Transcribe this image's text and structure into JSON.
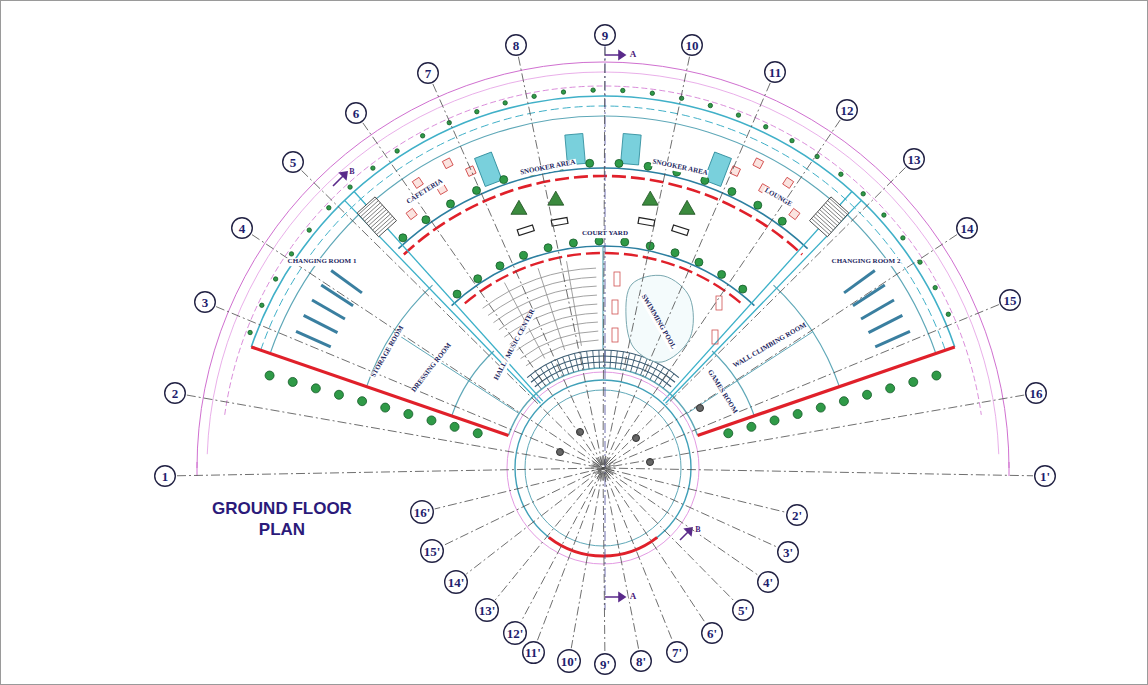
{
  "diagram": {
    "title": "GROUND FLOOR PLAN",
    "nodes": [
      {
        "text": [
          "1"
        ]
      },
      {
        "text": [
          "2"
        ]
      },
      {
        "text": [
          "3"
        ]
      },
      {
        "text": [
          "4"
        ]
      },
      {
        "text": [
          "5"
        ]
      },
      {
        "text": [
          "6"
        ]
      },
      {
        "text": [
          "7"
        ]
      },
      {
        "text": [
          "8"
        ]
      },
      {
        "text": [
          "9"
        ]
      },
      {
        "text": [
          "10"
        ]
      },
      {
        "text": [
          "11"
        ]
      },
      {
        "text": [
          "12"
        ]
      },
      {
        "text": [
          "13"
        ]
      },
      {
        "text": [
          "14"
        ]
      },
      {
        "text": [
          "15"
        ]
      },
      {
        "text": [
          "16"
        ]
      },
      {
        "text": [
          "1'"
        ]
      },
      {
        "text": [
          "16'"
        ]
      },
      {
        "text": [
          "15'"
        ]
      },
      {
        "text": [
          "14'"
        ]
      },
      {
        "text": [
          "13'"
        ]
      },
      {
        "text": [
          "12'"
        ]
      },
      {
        "text": [
          "11'"
        ]
      },
      {
        "text": [
          "10'"
        ]
      },
      {
        "text": [
          "9'"
        ]
      },
      {
        "text": [
          "8'"
        ]
      },
      {
        "text": [
          "7'"
        ]
      },
      {
        "text": [
          "6'"
        ]
      },
      {
        "text": [
          "5'"
        ]
      },
      {
        "text": [
          "4'"
        ]
      },
      {
        "text": [
          "3'"
        ]
      },
      {
        "text": [
          "2'"
        ]
      }
    ],
    "edges": [
      {
        "from": 0,
        "to": 16,
        "arrow": "none"
      },
      {
        "from": 1,
        "to": 31,
        "arrow": "none"
      },
      {
        "from": 2,
        "to": 30,
        "arrow": "none"
      },
      {
        "from": 3,
        "to": 29,
        "arrow": "none"
      },
      {
        "from": 4,
        "to": 28,
        "arrow": "none"
      },
      {
        "from": 5,
        "to": 27,
        "arrow": "none"
      },
      {
        "from": 6,
        "to": 26,
        "arrow": "none"
      },
      {
        "from": 7,
        "to": 25,
        "arrow": "none"
      },
      {
        "from": 8,
        "to": 24,
        "arrow": "none"
      },
      {
        "from": 9,
        "to": 23,
        "arrow": "none"
      },
      {
        "from": 10,
        "to": 22,
        "arrow": "none"
      },
      {
        "from": 11,
        "to": 21,
        "arrow": "none"
      },
      {
        "from": 12,
        "to": 20,
        "arrow": "none"
      },
      {
        "from": 13,
        "to": 19,
        "arrow": "none"
      },
      {
        "from": 14,
        "to": 18,
        "arrow": "none"
      },
      {
        "from": 15,
        "to": 17,
        "arrow": "none"
      }
    ],
    "labels": [
      "A",
      "A",
      "B",
      "B",
      "CAFETERIA",
      "SNOOKER AREA",
      "SNOOKER AREA",
      "LOUNGE",
      "COURT YARD",
      "CHANGING ROOM 1",
      "CHANGING ROOM 2",
      "STORAGE ROOM",
      "DRESSING ROOM",
      "HALL / MUSIC CENTER",
      "SWIMMING POOL",
      "WALL CLIMBING ROOM",
      "GAMES ROOM"
    ]
  }
}
